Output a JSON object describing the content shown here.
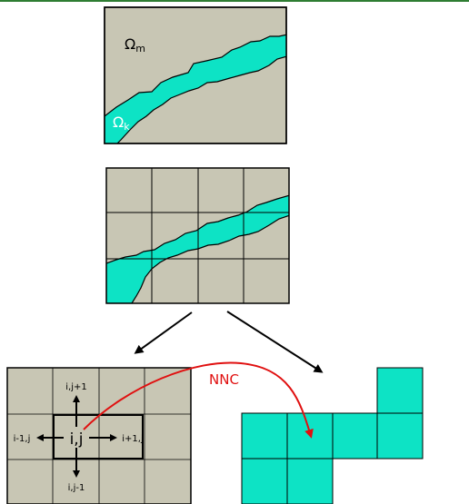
{
  "top_panel": {
    "matrix_symbol": "Ω",
    "matrix_subscript": "m",
    "fracture_symbol": "Ω",
    "fracture_subscript": "k"
  },
  "fine_grid": {
    "labels": {
      "center": "i,j",
      "up": "i,j+1",
      "down": "i,j-1",
      "left": "i-1,j",
      "right": "i+1,j"
    }
  },
  "connection": {
    "label": "NNC"
  },
  "colors": {
    "matrix": "#c8c6b4",
    "fracture": "#0de3c5",
    "nnc": "#e01010",
    "line": "#000000"
  }
}
